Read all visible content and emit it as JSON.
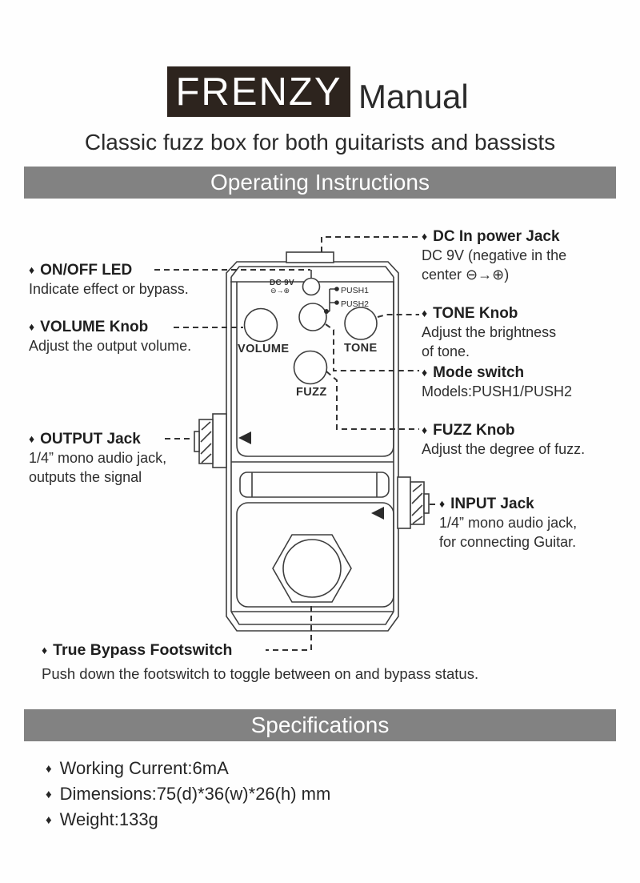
{
  "header": {
    "brand": "FRENZY",
    "doc_type": "Manual",
    "tagline": "Classic fuzz box for both guitarists and bassists"
  },
  "glyphs": {
    "diamond": "♦"
  },
  "banners": {
    "operating": "Operating Instructions",
    "specifications": "Specifications"
  },
  "pedal": {
    "dc_label": "DC 9V",
    "dc_polarity": "⊖→⊕",
    "push1": "PUSH1",
    "push2": "PUSH2",
    "volume": "VOLUME",
    "tone": "TONE",
    "fuzz": "FUZZ"
  },
  "callouts": {
    "dc_in": {
      "title": "DC In power Jack",
      "line1": "DC 9V (negative in the",
      "line2": "center ⊖→⊕)"
    },
    "led": {
      "title": "ON/OFF LED",
      "line1": "Indicate effect or bypass."
    },
    "volume": {
      "title": "VOLUME Knob",
      "line1": "Adjust the output volume."
    },
    "tone": {
      "title": "TONE Knob",
      "line1": "Adjust the brightness",
      "line2": "of tone."
    },
    "mode": {
      "title": "Mode switch",
      "line1": "Models:PUSH1/PUSH2"
    },
    "output": {
      "title": "OUTPUT Jack",
      "line1": "1/4” mono audio jack,",
      "line2": "outputs the signal"
    },
    "fuzz": {
      "title": "FUZZ Knob",
      "line1": "Adjust the degree of fuzz."
    },
    "input": {
      "title": "INPUT Jack",
      "line1": "1/4” mono audio jack,",
      "line2": "for connecting Guitar."
    },
    "footswitch": {
      "title": "True Bypass Footswitch",
      "line1": "Push down the footswitch to toggle between on and bypass status."
    }
  },
  "specs": {
    "items": [
      "Working Current:6mA",
      "Dimensions:75(d)*36(w)*26(h) mm",
      "Weight:133g"
    ]
  },
  "colors": {
    "banner_gray": "#828282",
    "brand_box": "#2d241e",
    "ink": "#2b2b2b",
    "line_art": "#3e3e3e"
  }
}
